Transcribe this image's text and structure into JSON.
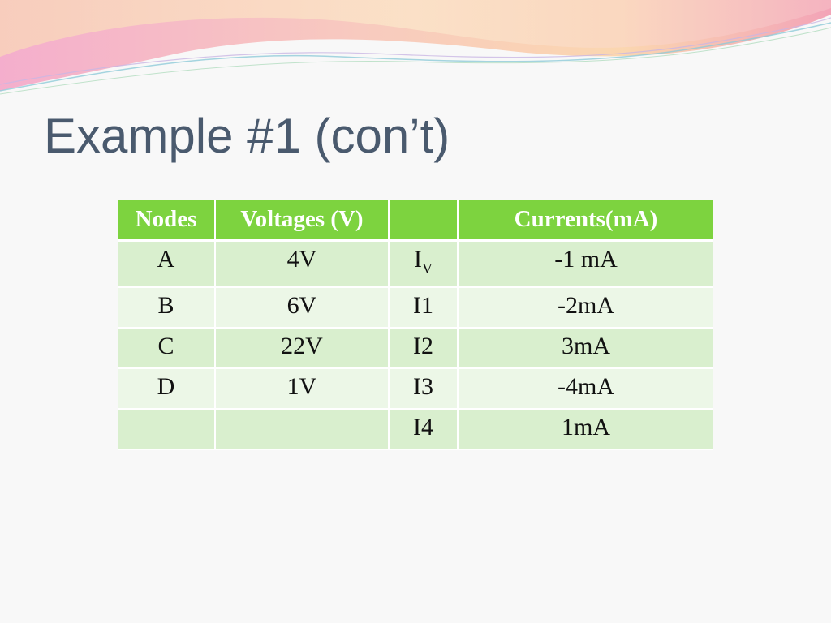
{
  "slide": {
    "title": "Example #1 (con’t)"
  },
  "colors": {
    "header_bg": "#7dd33f",
    "row_odd": "#d9efce",
    "row_even": "#ecf7e7",
    "title_text": "#4a5a6e"
  },
  "table": {
    "headers": [
      "Nodes",
      "Voltages (V)",
      "",
      "Currents(mA)"
    ],
    "rows": [
      {
        "node": "A",
        "voltage": "4V",
        "current_label": "I",
        "current_label_sub": "V",
        "current": "-1 mA"
      },
      {
        "node": "B",
        "voltage": "6V",
        "current_label": "I1",
        "current_label_sub": "",
        "current": "-2mA"
      },
      {
        "node": "C",
        "voltage": "22V",
        "current_label": "I2",
        "current_label_sub": "",
        "current": "3mA"
      },
      {
        "node": "D",
        "voltage": "1V",
        "current_label": "I3",
        "current_label_sub": "",
        "current": "-4mA"
      },
      {
        "node": "",
        "voltage": "",
        "current_label": "I4",
        "current_label_sub": "",
        "current": "1mA"
      }
    ]
  }
}
